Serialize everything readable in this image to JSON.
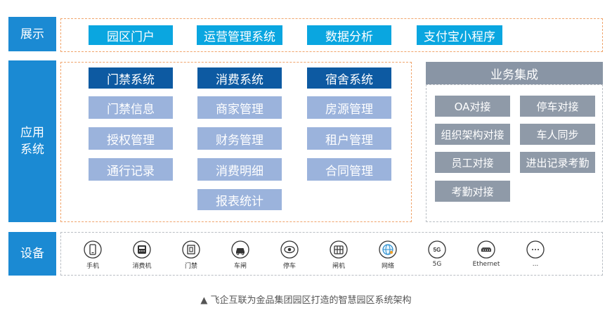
{
  "layers": {
    "display": "展示",
    "application": "应用\n系统",
    "device": "设备"
  },
  "display_items": [
    "园区门户",
    "运营管理系统",
    "数据分析",
    "支付宝小程序"
  ],
  "access_system": {
    "title": "门禁系统",
    "items": [
      "门禁信息",
      "授权管理",
      "通行记录"
    ]
  },
  "consumption_system": {
    "title": "消费系统",
    "items": [
      "商家管理",
      "财务管理",
      "消费明细",
      "报表统计"
    ]
  },
  "dormitory_system": {
    "title": "宿舍系统",
    "items": [
      "房源管理",
      "租户管理",
      "合同管理"
    ]
  },
  "business_integration": {
    "title": "业务集成",
    "items": [
      "OA对接",
      "停车对接",
      "组织架构对接",
      "车人同步",
      "员工对接",
      "进出记录考勤",
      "考勤对接"
    ]
  },
  "devices": [
    {
      "icon": "mobile-phone-icon",
      "label": "手机"
    },
    {
      "icon": "pos-terminal-icon",
      "label": "消费机"
    },
    {
      "icon": "door-access-icon",
      "label": "门禁"
    },
    {
      "icon": "car-gate-icon",
      "label": "车闸"
    },
    {
      "icon": "parking-camera-icon",
      "label": "停车"
    },
    {
      "icon": "turnstile-icon",
      "label": "闸机"
    },
    {
      "icon": "network-globe-icon",
      "label": "网络"
    },
    {
      "icon": "5g-icon",
      "label": "5G"
    },
    {
      "icon": "ethernet-switch-icon",
      "label": "Ethernet"
    },
    {
      "icon": "more-icon",
      "label": "..."
    }
  ],
  "five_g_glyph": "5G",
  "caption": "▲ 飞企互联为金品集团园区打造的智慧园区系统架构"
}
